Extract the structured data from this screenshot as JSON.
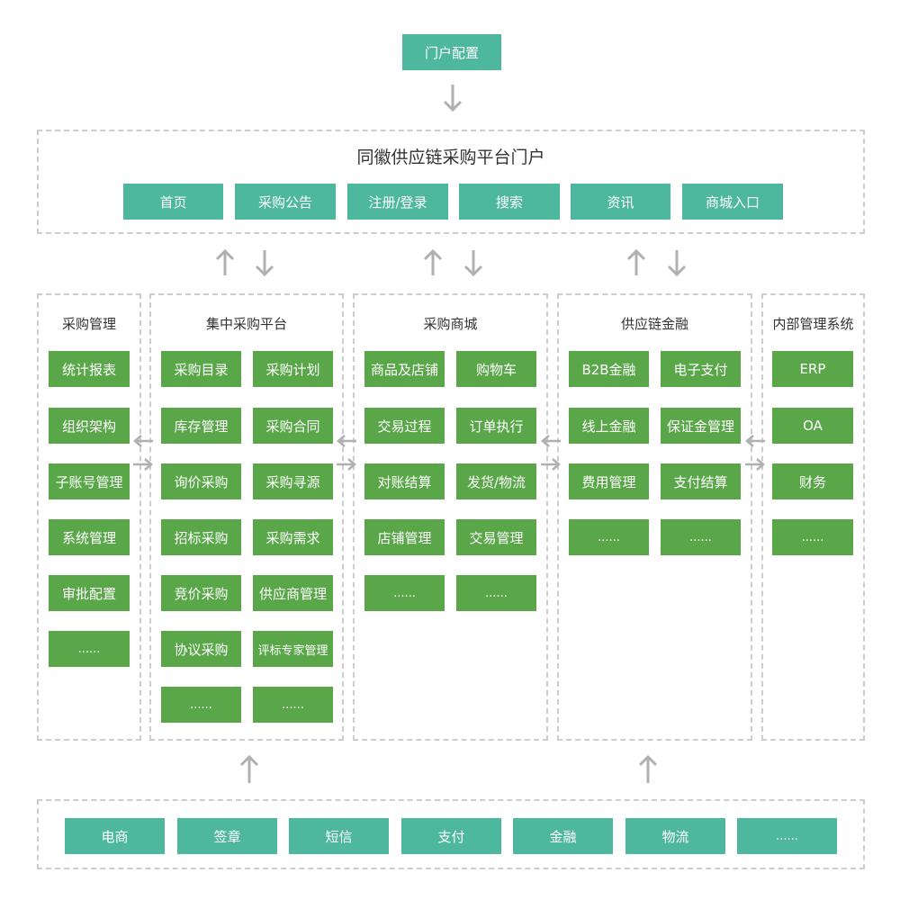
{
  "colors": {
    "teal": "#4db89d",
    "green": "#5aa74a",
    "border": "#cdcdcd",
    "arrow": "#b0b0b0"
  },
  "top_node": "门户配置",
  "portal": {
    "title": "同徽供应链采购平台门户",
    "items": [
      "首页",
      "采购公告",
      "注册/登录",
      "搜索",
      "资讯",
      "商城入口"
    ]
  },
  "columns": {
    "procurement_mgmt": {
      "title": "采购管理",
      "items": [
        "统计报表",
        "组织架构",
        "子账号管理",
        "系统管理",
        "审批配置",
        "......"
      ]
    },
    "central_platform": {
      "title": "集中采购平台",
      "items": [
        "采购目录",
        "采购计划",
        "库存管理",
        "采购合同",
        "询价采购",
        "采购寻源",
        "招标采购",
        "采购需求",
        "竞价采购",
        "供应商管理",
        "协议采购",
        "评标专家管理",
        "......",
        "......"
      ]
    },
    "mall": {
      "title": "采购商城",
      "items": [
        "商品及店铺",
        "购物车",
        "交易过程",
        "订单执行",
        "对账结算",
        "发货/物流",
        "店铺管理",
        "交易管理",
        "......",
        "......"
      ]
    },
    "finance": {
      "title": "供应链金融",
      "items": [
        "B2B金融",
        "电子支付",
        "线上金融",
        "保证金管理",
        "费用管理",
        "支付结算",
        "......",
        "......"
      ]
    },
    "internal": {
      "title": "内部管理系统",
      "items": [
        "ERP",
        "OA",
        "财务",
        "......"
      ]
    }
  },
  "bottom": {
    "items": [
      "电商",
      "签章",
      "短信",
      "支付",
      "金融",
      "物流",
      "......"
    ]
  }
}
